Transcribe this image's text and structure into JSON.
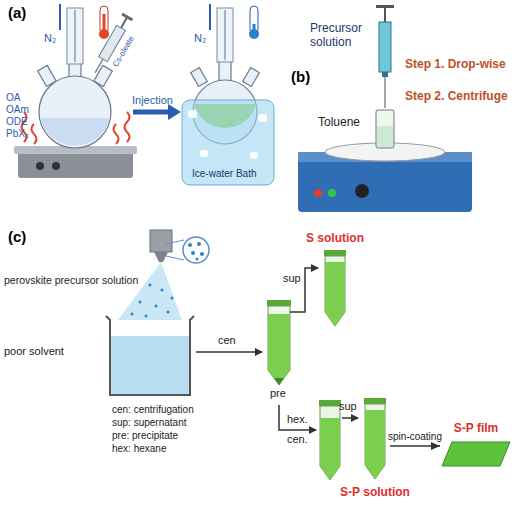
{
  "diagram": {
    "nodes": [
      {
        "text": [
          "S solution"
        ]
      },
      {
        "text": [
          "S-P solution"
        ]
      },
      {
        "text": [
          "S-P film"
        ]
      }
    ],
    "edges": [
      {
        "from": 1,
        "to": 2,
        "label": "spin-coating",
        "arrow": "to"
      }
    ],
    "labels": [
      "(a)",
      "N₂",
      "OA",
      "OAm",
      "ODE",
      "PbX₂",
      "Cs-oleate",
      "Injection",
      "N₂",
      "Ice-water Bath",
      "(b)",
      "Precursor solution",
      "Step 1. Drop-wise",
      "Step 2. Centrifuge",
      "Toluene",
      "(c)",
      "perovskite precursor solution",
      "poor solvent",
      "cen: centrifugation",
      "sup: supernatant",
      "pre: precipitate",
      "hex: hexane",
      "cen",
      "sup",
      "pre",
      "hex.",
      "cen.",
      "sup"
    ]
  }
}
